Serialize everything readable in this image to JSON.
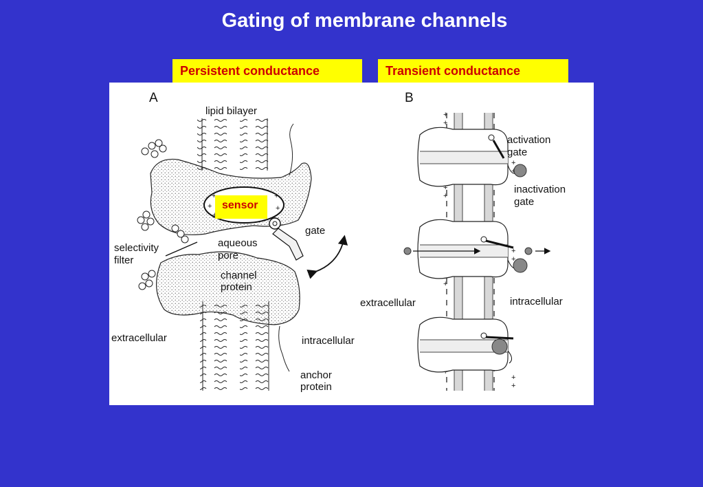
{
  "title": "Gating of membrane channels",
  "labels": {
    "persistent": "Persistent conductance",
    "transient": "Transient conductance",
    "sensor": "sensor"
  },
  "panel_a": {
    "letter": "A",
    "lipid_bilayer": "lipid bilayer",
    "gate": "gate",
    "selectivity_1": "selectivity",
    "selectivity_2": "filter",
    "aqueous_1": "aqueous",
    "aqueous_2": "pore",
    "channel_1": "channel",
    "channel_2": "protein",
    "extracellular": "extracellular",
    "intracellular": "intracellular",
    "anchor_1": "anchor",
    "anchor_2": "protein"
  },
  "panel_b": {
    "letter": "B",
    "activation_1": "activation",
    "activation_2": "gate",
    "inactivation_1": "inactivation",
    "inactivation_2": "gate",
    "extracellular": "extracellular",
    "intracellular": "intracellular"
  },
  "colors": {
    "background": "#3333cc",
    "label_fill": "#ffff00",
    "label_text": "#cc0000"
  }
}
